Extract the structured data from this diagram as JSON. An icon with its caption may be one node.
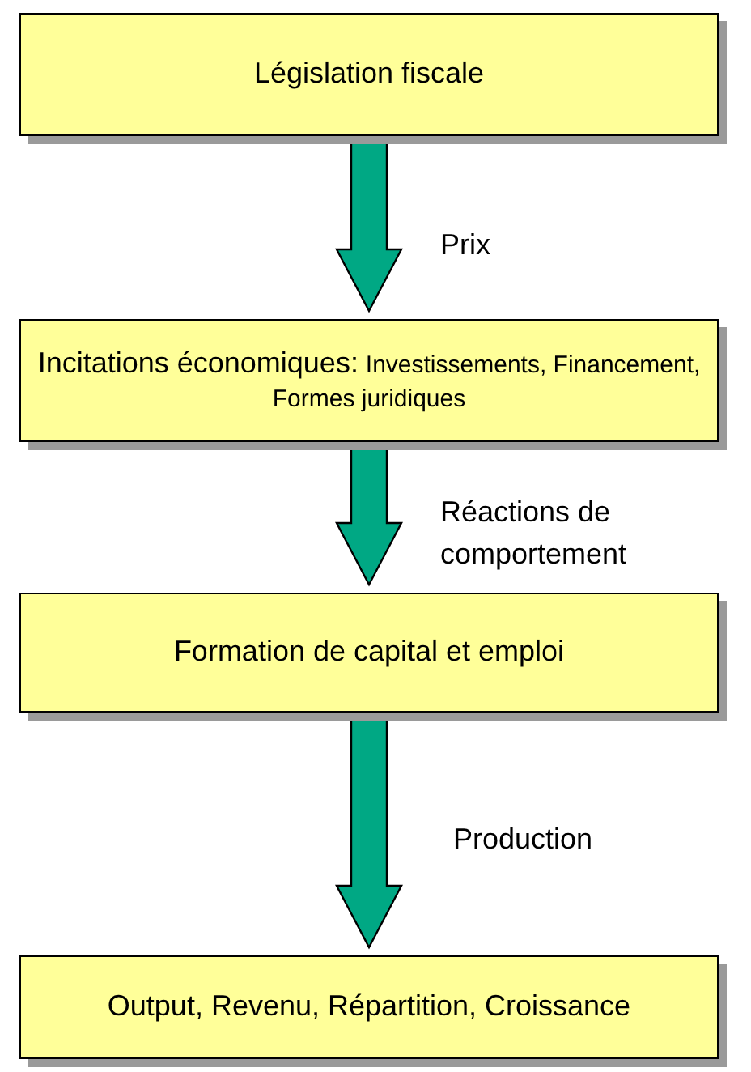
{
  "diagram": {
    "nodes": [
      {
        "text": [
          "Législation fiscale"
        ]
      },
      {
        "text": [
          "Incitations économiques:",
          "Investissements, Financement, Formes juridiques"
        ]
      },
      {
        "text": [
          "Formation de capital et emploi"
        ]
      },
      {
        "text": [
          "Output, Revenu, Répartition, Croissance"
        ]
      }
    ],
    "edges": [
      {
        "from": 0,
        "to": 1,
        "arrow": "to",
        "label": "Prix"
      },
      {
        "from": 1,
        "to": 2,
        "arrow": "to",
        "label": "Réactions de comportement"
      },
      {
        "from": 2,
        "to": 3,
        "arrow": "to",
        "label": "Production"
      }
    ]
  }
}
